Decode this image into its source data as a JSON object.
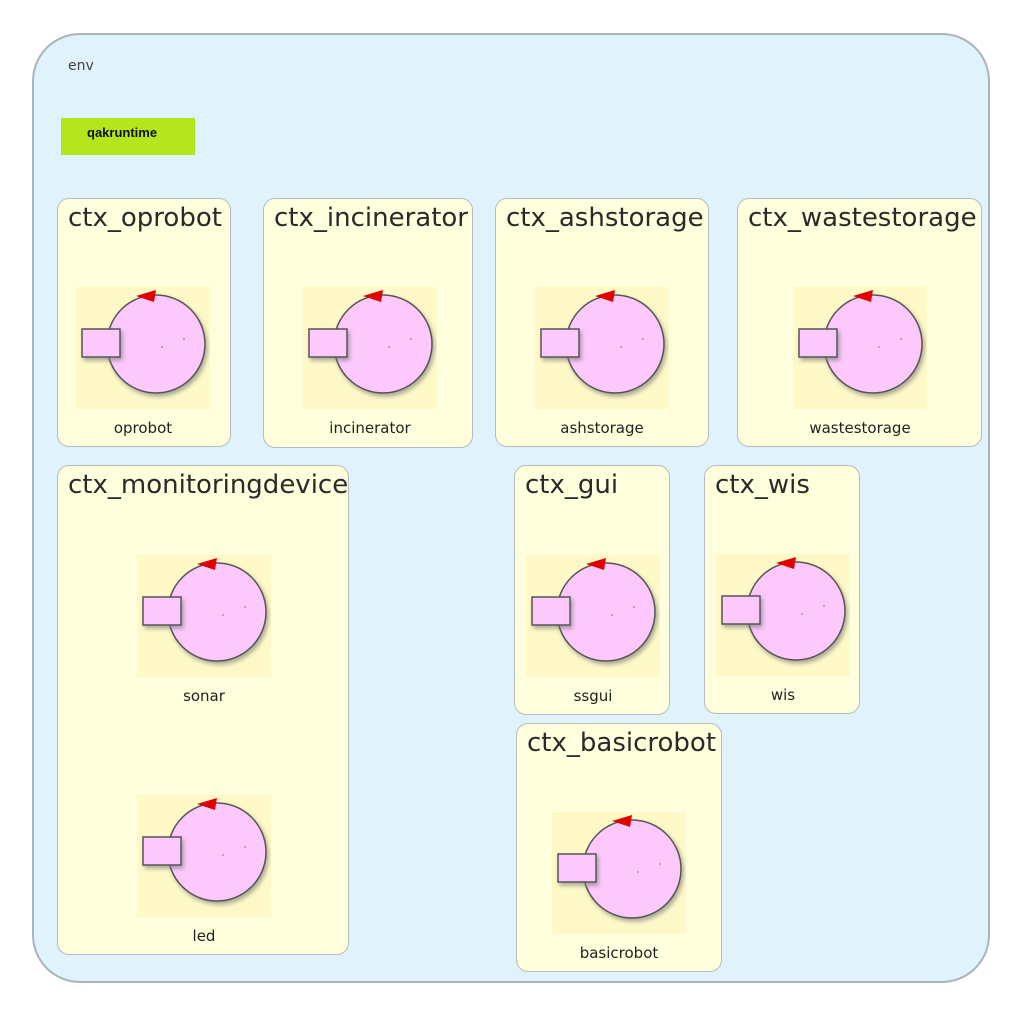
{
  "env_label": "env",
  "runtime_label": "qakruntime",
  "contexts": {
    "oprobot": {
      "title": "ctx_oprobot",
      "actors": [
        "oprobot"
      ]
    },
    "incinerator": {
      "title": "ctx_incinerator",
      "actors": [
        "incinerator"
      ]
    },
    "ashstorage": {
      "title": "ctx_ashstorage",
      "actors": [
        "ashstorage"
      ]
    },
    "wastestorage": {
      "title": "ctx_wastestorage",
      "actors": [
        "wastestorage"
      ]
    },
    "monitoringdevice": {
      "title": "ctx_monitoringdevice",
      "actors": [
        "sonar",
        "led"
      ]
    },
    "gui": {
      "title": "ctx_gui",
      "actors": [
        "ssgui"
      ]
    },
    "wis": {
      "title": "ctx_wis",
      "actors": [
        "wis"
      ]
    },
    "basicrobot": {
      "title": "ctx_basicrobot",
      "actors": [
        "basicrobot"
      ]
    }
  },
  "colors": {
    "env_fill": "#e0f2fb",
    "context_fill": "#ffffde",
    "runtime_fill": "#b5e61d",
    "actor_fill": "#fdc9fd",
    "arrow": "#e00000"
  },
  "icon": "actor-icon"
}
